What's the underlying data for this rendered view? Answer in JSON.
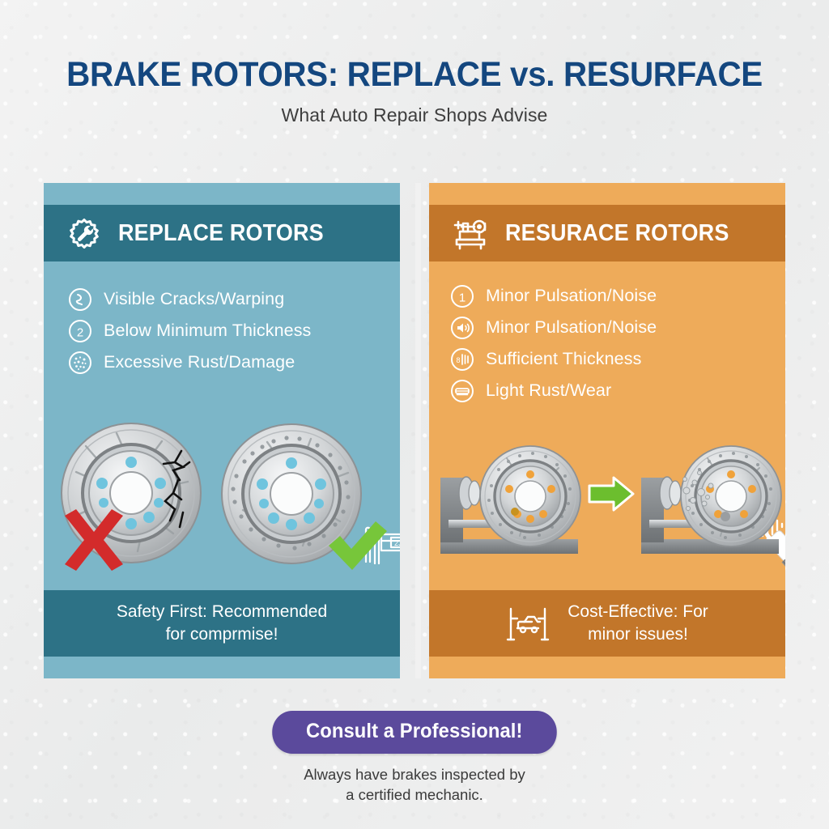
{
  "background_color": "#eeefef",
  "header": {
    "title": "BRAKE ROTORS: REPLACE vs. RESURFACE",
    "title_color": "#14477f",
    "subtitle": "What Auto Repair Shops Advise",
    "subtitle_color": "#3e3e3e"
  },
  "panels": {
    "replace": {
      "band_color": "#2d7286",
      "body_color": "#7cb6c8",
      "header_icon": "gear-wrench-icon",
      "header_title": "REPLACE ROTORS",
      "bullets": [
        {
          "icon": "crack-circle-icon",
          "label": "Visible Cracks/Warping"
        },
        {
          "icon": "number-2-circle-icon",
          "label": "Below Minimum Thickness"
        },
        {
          "icon": "rust-speckle-circle-icon",
          "label": "Excessive Rust/Damage"
        }
      ],
      "deco_icon": "digital-caliper-icon",
      "art": {
        "left_rotor": "cracked-slotted-rotor",
        "left_marker": "red-x-mark",
        "right_rotor": "drilled-slotted-rotor",
        "right_marker": "green-check-mark",
        "x_color": "#d32b2b",
        "check_color": "#77c63a"
      },
      "footer_text": "Safety First: Recommended\nfor comprmise!"
    },
    "resurface": {
      "band_color": "#c2762a",
      "body_color": "#eeab5a",
      "header_icon": "brake-lathe-icon",
      "header_title": "RESURACE ROTORS",
      "bullets": [
        {
          "icon": "number-1-circle-icon",
          "label": "Minor Pulsation/Noise"
        },
        {
          "icon": "speaker-circle-icon",
          "label": "Minor Pulsation/Noise"
        },
        {
          "icon": "thickness-gauge-circle-icon",
          "label": "Sufficient Thickness"
        },
        {
          "icon": "rotor-side-circle-icon",
          "label": "Light Rust/Wear"
        }
      ],
      "deco_icon": "wire-brush-soundwave-icon",
      "art": {
        "left_rotor": "rotor-on-lathe-before",
        "arrow": "green-right-arrow",
        "right_rotor": "rotor-on-lathe-after",
        "arrow_color": "#6cbe2e"
      },
      "footer_icon": "car-lift-icon",
      "footer_text": "Cost-Effective: For\nminor issues!"
    }
  },
  "cta": {
    "button_label": "Consult a Professional!",
    "button_color": "#5b4a9c",
    "note": "Always have brakes inspected by\na certified mechanic."
  }
}
